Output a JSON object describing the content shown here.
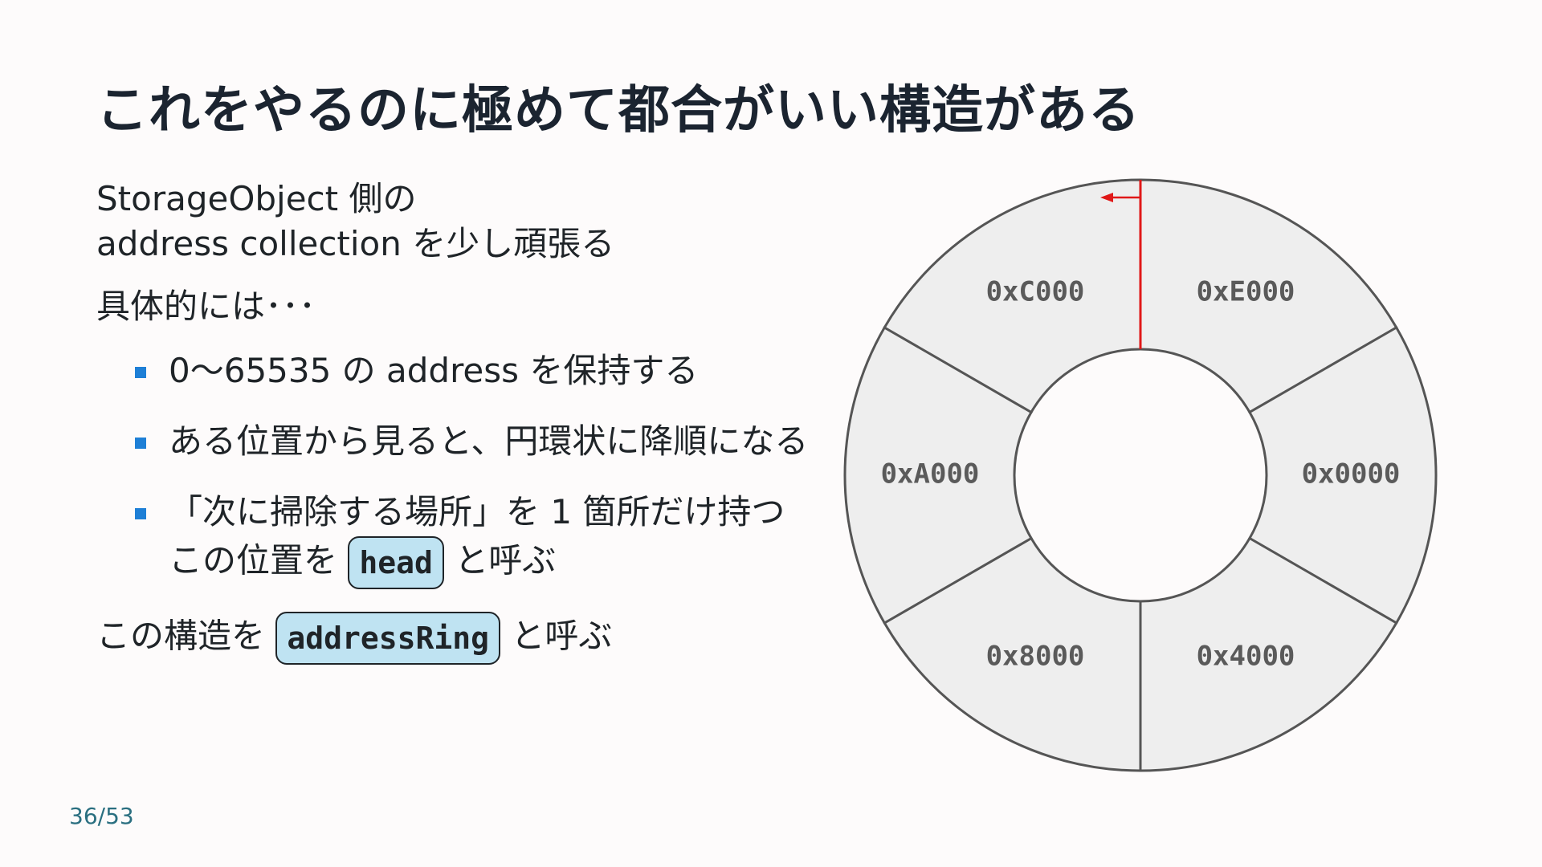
{
  "slide": {
    "title": "これをやるのに極めて都合がいい構造がある",
    "intro_line1": "StorageObject 側の",
    "intro_line2": "address collection を少し頑張る",
    "details_heading": "具体的には･･･",
    "bullets": [
      {
        "text": "0〜65535 の address を保持する"
      },
      {
        "text": "ある位置から見ると、円環状に降順になる"
      },
      {
        "line1": "「次に掃除する場所」を 1 箇所だけ持つ",
        "line2_prefix": "この位置を",
        "code": "head",
        "line2_suffix": "と呼ぶ"
      }
    ],
    "summary_prefix": "この構造を",
    "summary_code": "addressRing",
    "summary_suffix": "と呼ぶ",
    "page_number": "36/53"
  },
  "diagram": {
    "segments": [
      {
        "label": "0xE000"
      },
      {
        "label": "0x0000"
      },
      {
        "label": "0x4000"
      },
      {
        "label": "0x8000"
      },
      {
        "label": "0xA000"
      },
      {
        "label": "0xC000"
      }
    ],
    "colors": {
      "segment_fill": "#eeeeee",
      "segment_stroke": "#555555",
      "head_marker": "#e01818",
      "code_background": "#bfe3f2",
      "bullet_marker": "#1e7fd6"
    },
    "icons": {
      "head": "arrow-left-icon"
    }
  }
}
